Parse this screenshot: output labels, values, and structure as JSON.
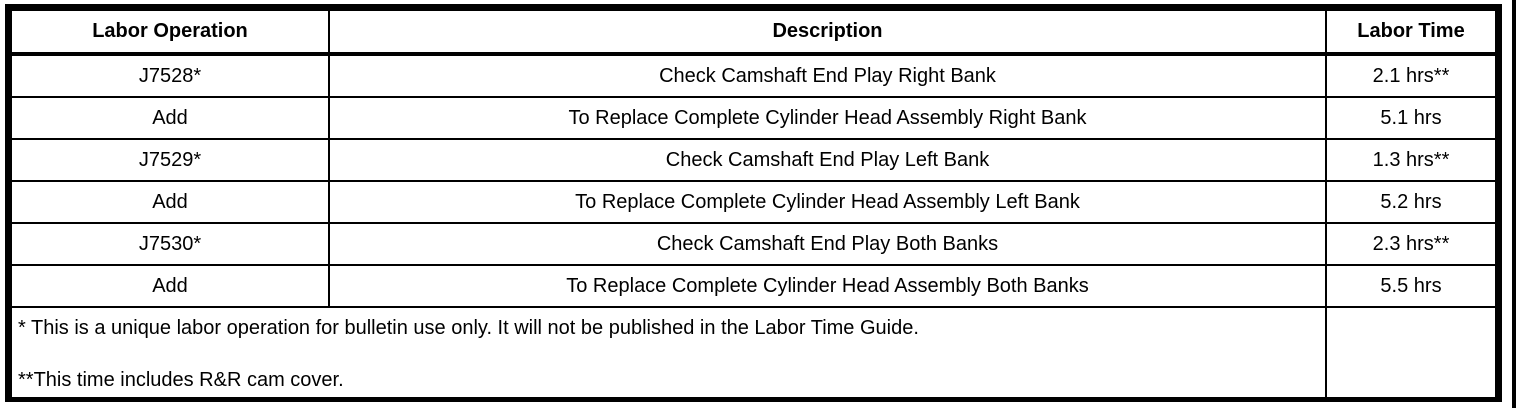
{
  "colors": {
    "border": "#000000",
    "background": "#ffffff",
    "text": "#000000"
  },
  "table": {
    "headers": {
      "labor_operation": "Labor Operation",
      "description": "Description",
      "labor_time": "Labor Time"
    },
    "rows": [
      {
        "op": "J7528*",
        "desc": "Check Camshaft End Play Right Bank",
        "time": "2.1 hrs**"
      },
      {
        "op": "Add",
        "desc": "To Replace Complete Cylinder Head Assembly Right Bank",
        "time": "5.1 hrs"
      },
      {
        "op": "J7529*",
        "desc": "Check Camshaft End Play Left Bank",
        "time": "1.3 hrs**"
      },
      {
        "op": "Add",
        "desc": "To Replace Complete Cylinder Head Assembly Left Bank",
        "time": "5.2 hrs"
      },
      {
        "op": "J7530*",
        "desc": "Check Camshaft End Play Both Banks",
        "time": "2.3 hrs**"
      },
      {
        "op": "Add",
        "desc": "To Replace Complete Cylinder Head Assembly Both Banks",
        "time": "5.5 hrs"
      }
    ],
    "footnotes": [
      "* This is a unique labor operation for bulletin use only. It will not be published in the Labor Time Guide.",
      "**This time includes R&R cam cover."
    ]
  }
}
